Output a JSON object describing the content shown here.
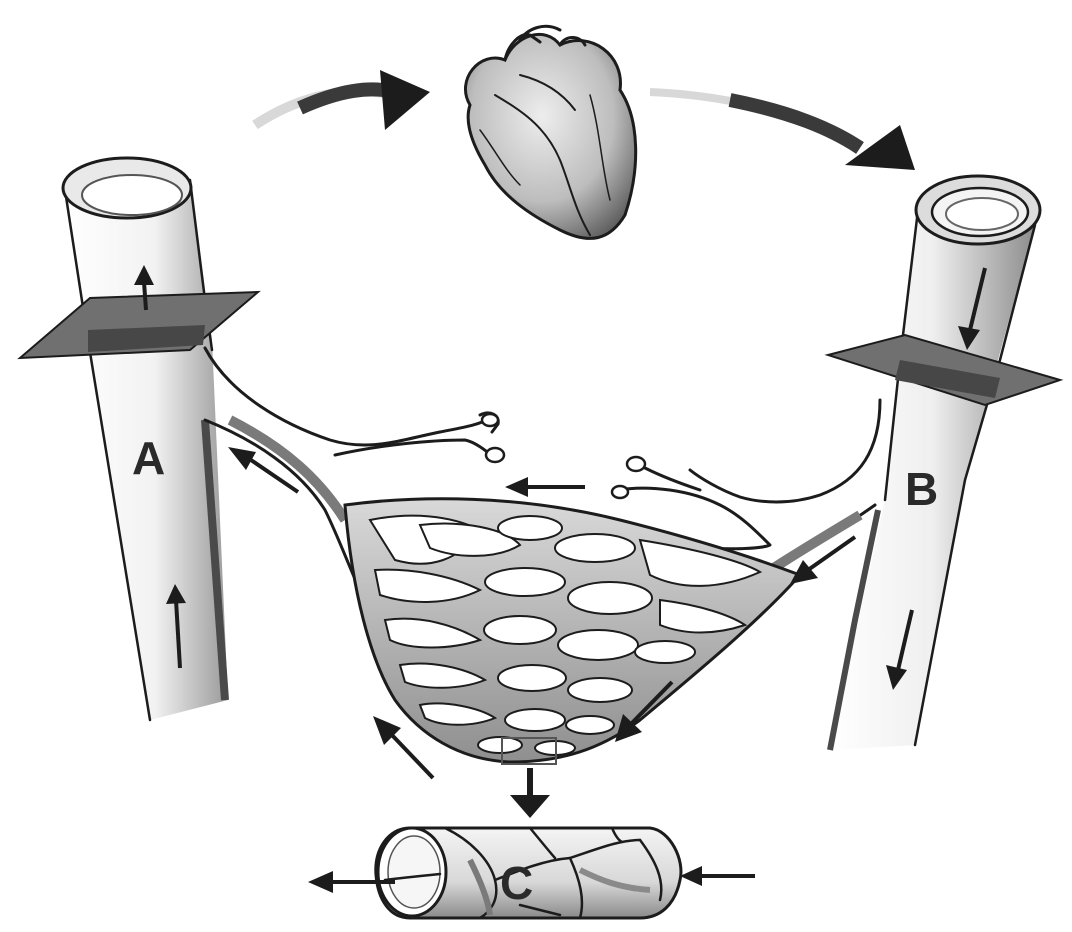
{
  "diagram": {
    "labels": {
      "a": "A",
      "b": "B",
      "c": "C"
    },
    "colors": {
      "ink": "#1c1c1c",
      "shade": "#6e6e6e",
      "light_shade": "#cfcfcf",
      "background": "#ffffff"
    }
  }
}
